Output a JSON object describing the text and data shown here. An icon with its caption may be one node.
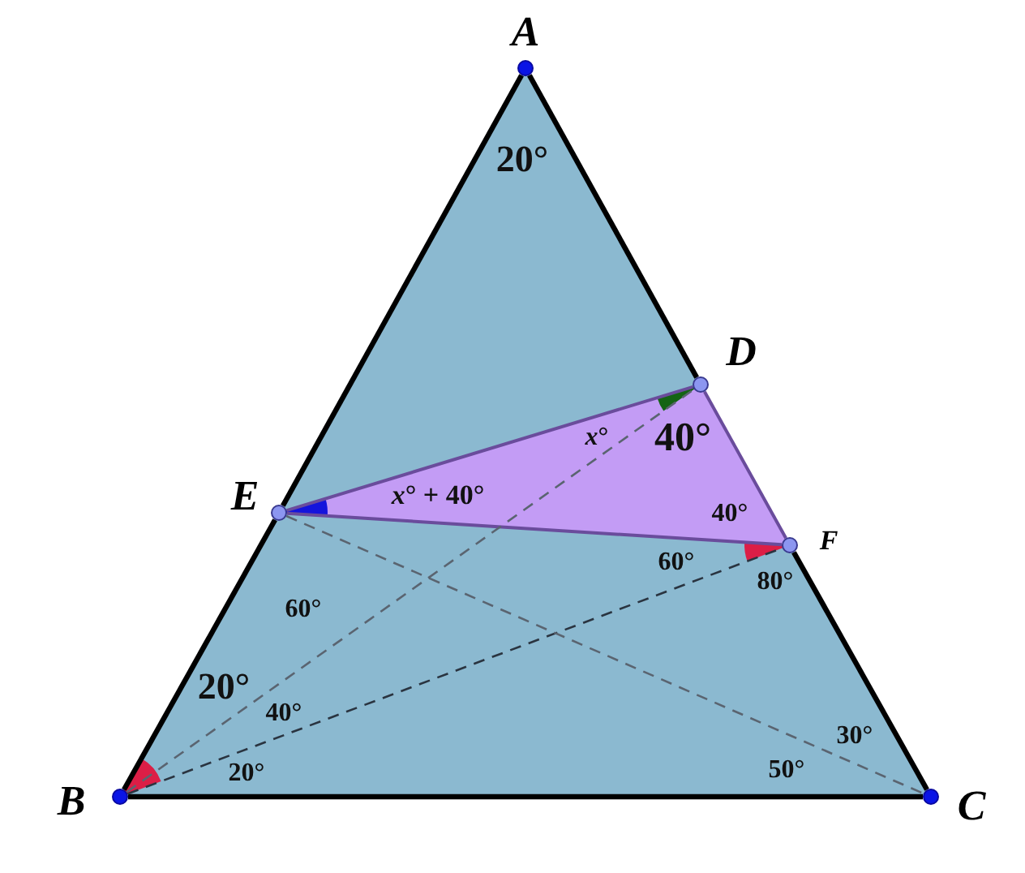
{
  "diagram": {
    "nodes": [
      {
        "text": [
          "A"
        ]
      },
      {
        "text": [
          "D"
        ]
      },
      {
        "text": [
          "E"
        ]
      },
      {
        "text": [
          "F"
        ]
      },
      {
        "text": [
          "B"
        ]
      },
      {
        "text": [
          "C"
        ]
      }
    ],
    "edges": [
      {
        "from": 0,
        "to": 2,
        "arrow": "none"
      },
      {
        "from": 2,
        "to": 4,
        "arrow": "none"
      },
      {
        "from": 4,
        "to": 5,
        "arrow": "none"
      },
      {
        "from": 5,
        "to": 3,
        "arrow": "none"
      },
      {
        "from": 0,
        "to": 1,
        "arrow": "none"
      },
      {
        "from": 2,
        "to": 1,
        "arrow": "none",
        "color": "#6a4c9c"
      },
      {
        "from": 1,
        "to": 3,
        "arrow": "none",
        "color": "#6a4c9c"
      },
      {
        "from": 2,
        "to": 3,
        "arrow": "none",
        "color": "#6a4c9c"
      },
      {
        "from": 4,
        "to": 1,
        "arrow": "none",
        "style": "dashed",
        "color": "#5a6470"
      },
      {
        "from": 4,
        "to": 3,
        "arrow": "none",
        "style": "dashed",
        "color": "#2a3440"
      },
      {
        "from": 2,
        "to": 5,
        "arrow": "none",
        "style": "dashed",
        "color": "#5a6470"
      }
    ],
    "labels": [
      "20°",
      "*x*°",
      "40°",
      "*x*° + 40°",
      "40°",
      "60°",
      "80°",
      "60°",
      "20°",
      "40°",
      "30°",
      "20°",
      "50°"
    ]
  }
}
